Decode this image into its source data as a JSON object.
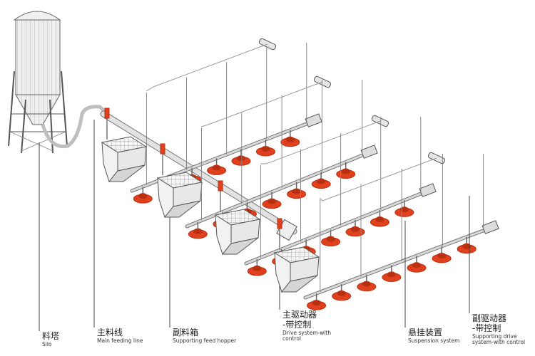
{
  "labels": {
    "silo": {
      "zh": "料塔",
      "en": "Silo"
    },
    "main_line": {
      "zh": "主料线",
      "en": "Main feeding line"
    },
    "hopper": {
      "zh": "副料箱",
      "en": "Supporting feed hopper"
    },
    "drive": {
      "zh": "主驱动器",
      "zh2": "-带控制",
      "en": "Drive system-with",
      "en2": "control"
    },
    "suspension": {
      "zh": "悬挂装置",
      "en": "Suspension system"
    },
    "aux_drive": {
      "zh": "副驱动器",
      "zh2": "-带控制",
      "en": "Supporting drive",
      "en2": "system-with control"
    }
  },
  "colors": {
    "pan": "#e0401e",
    "pan_dark": "#b8300f",
    "pipe": "#d9d9d9",
    "outline": "#555555",
    "hopper": "#e8e8e8"
  }
}
